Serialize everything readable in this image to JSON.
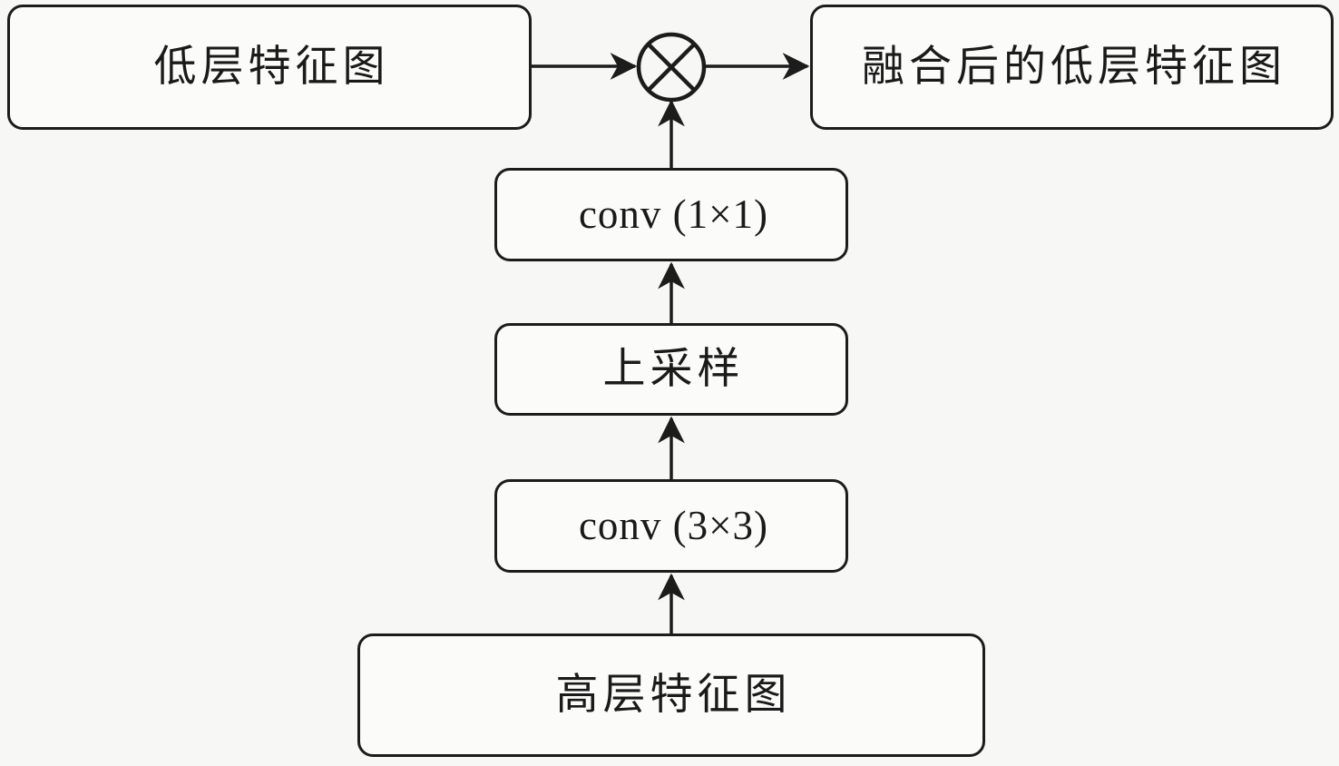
{
  "diagram": {
    "title": "feature-fusion-flow",
    "colors": {
      "background": "#f7f7f5",
      "stroke": "#1c1c1c",
      "node_fill": "#fbfbfa",
      "text": "#1a1a1a"
    },
    "nodes": {
      "low_feature": {
        "label": "低层特征图"
      },
      "fused_feature": {
        "label": "融合后的低层特征图"
      },
      "conv1": {
        "label": "conv (1×1)"
      },
      "upsample": {
        "label": "上采样"
      },
      "conv3": {
        "label": "conv (3×3)"
      },
      "high_feature": {
        "label": "高层特征图"
      }
    },
    "operator": {
      "symbol": "⊗",
      "meaning": "multiply"
    },
    "edges": [
      {
        "from": "low_feature",
        "to": "multiply-operator"
      },
      {
        "from": "multiply-operator",
        "to": "fused_feature"
      },
      {
        "from": "conv1",
        "to": "multiply-operator"
      },
      {
        "from": "upsample",
        "to": "conv1"
      },
      {
        "from": "conv3",
        "to": "upsample"
      },
      {
        "from": "high_feature",
        "to": "conv3"
      }
    ]
  }
}
